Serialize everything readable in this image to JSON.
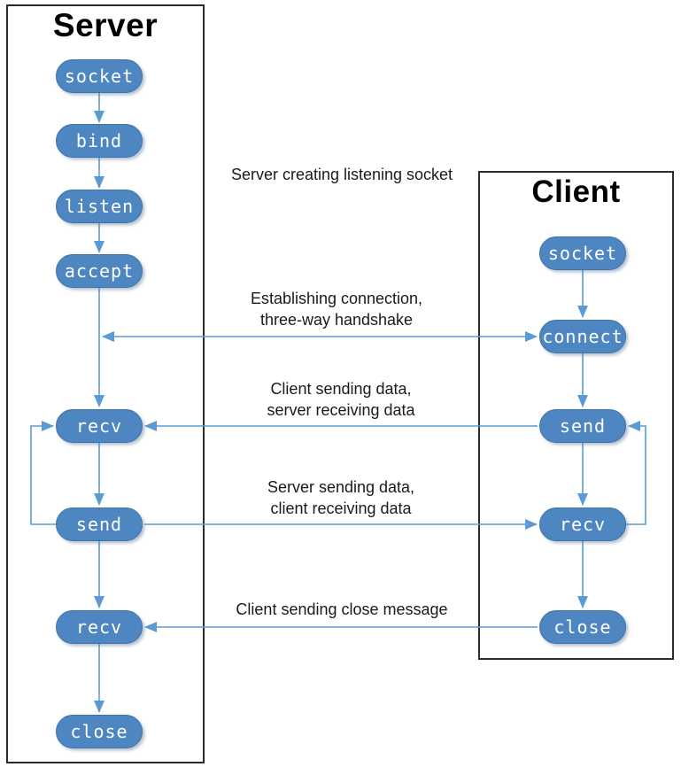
{
  "diagram": {
    "kind": "socket-flow-diagram",
    "server": {
      "title": "Server",
      "nodes": [
        {
          "label": "socket"
        },
        {
          "label": "bind"
        },
        {
          "label": "listen"
        },
        {
          "label": "accept"
        },
        {
          "label": "recv"
        },
        {
          "label": "send"
        },
        {
          "label": "recv"
        },
        {
          "label": "close"
        }
      ]
    },
    "client": {
      "title": "Client",
      "nodes": [
        {
          "label": "socket"
        },
        {
          "label": "connect"
        },
        {
          "label": "send"
        },
        {
          "label": "recv"
        },
        {
          "label": "close"
        }
      ]
    },
    "annotations": [
      {
        "text": "Server creating listening socket"
      },
      {
        "text": "Establishing connection,\nthree-way handshake"
      },
      {
        "text": "Client sending data,\nserver receiving data"
      },
      {
        "text": "Server sending data,\nclient receiving data"
      },
      {
        "text": "Client sending close message"
      }
    ],
    "edges": [
      {
        "from": "server.socket",
        "to": "server.bind",
        "type": "arrow-down"
      },
      {
        "from": "server.bind",
        "to": "server.listen",
        "type": "arrow-down"
      },
      {
        "from": "server.listen",
        "to": "server.accept",
        "type": "arrow-down"
      },
      {
        "from": "server.accept",
        "to": "server.recv",
        "type": "arrow-down"
      },
      {
        "from": "server.recv",
        "to": "server.send",
        "type": "arrow-down"
      },
      {
        "from": "server.send",
        "to": "server.recv2",
        "type": "arrow-down"
      },
      {
        "from": "server.recv2",
        "to": "server.close",
        "type": "arrow-down"
      },
      {
        "from": "client.socket",
        "to": "client.connect",
        "type": "arrow-down"
      },
      {
        "from": "client.connect",
        "to": "client.send",
        "type": "arrow-down"
      },
      {
        "from": "client.send",
        "to": "client.recv",
        "type": "arrow-down"
      },
      {
        "from": "client.recv",
        "to": "client.close",
        "type": "arrow-down"
      },
      {
        "from": "client.connect",
        "to": "server.accept-flow-line",
        "type": "double-arrow",
        "label": "Establishing connection, three-way handshake"
      },
      {
        "from": "client.send",
        "to": "server.recv",
        "type": "arrow-left",
        "label": "Client sending data, server receiving data"
      },
      {
        "from": "server.send",
        "to": "client.recv",
        "type": "arrow-right",
        "label": "Server sending data, client receiving data"
      },
      {
        "from": "client.close",
        "to": "server.recv2",
        "type": "arrow-left",
        "label": "Client sending close message"
      },
      {
        "from": "server.send",
        "to": "server.recv",
        "type": "loop-back-left"
      },
      {
        "from": "client.recv",
        "to": "client.send",
        "type": "loop-back-right"
      }
    ],
    "colors": {
      "node_fill": "#4d86c0",
      "node_border": "#3f73a9",
      "node_text": "#ffffff",
      "connector": "#5b9bd5",
      "box_border": "#2b2b2b",
      "annotation_text": "#1a1a1a"
    }
  }
}
